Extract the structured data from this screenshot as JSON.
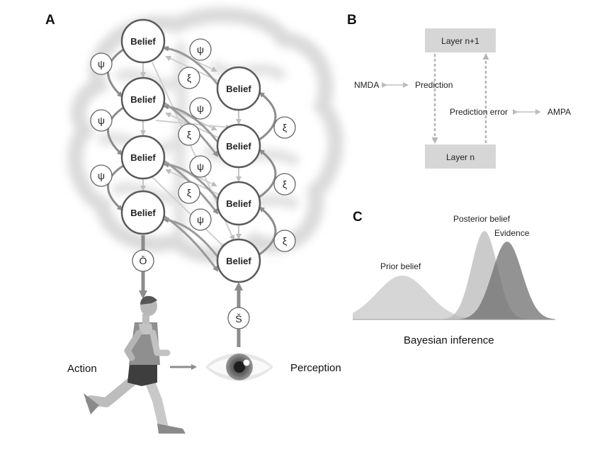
{
  "panels": {
    "a": "A",
    "b": "B",
    "c": "C"
  },
  "panel_a": {
    "belief_label": "Belief",
    "precision_symbol": "ψ",
    "error_symbol": "ξ",
    "action_output_symbol": "Ō",
    "sensory_input_symbol": "Š",
    "action_label": "Action",
    "perception_label": "Perception",
    "icons": [
      "brain-icon",
      "runner-icon",
      "eye-icon"
    ],
    "colors": {
      "node_stroke": "#555555",
      "arrow": "#8c8c8c",
      "brain": "#d9d9d9"
    }
  },
  "panel_b": {
    "layer_top": "Layer n+1",
    "layer_bottom": "Layer n",
    "prediction": "Prediction",
    "prediction_error": "Prediction error",
    "nmda": "NMDA",
    "ampa": "AMPA",
    "colors": {
      "box": "#d6d6d6",
      "dashed": "#bbbbbb"
    }
  },
  "panel_c": {
    "prior": "Prior belief",
    "posterior": "Posterior belief",
    "evidence": "Evidence",
    "caption": "Bayesian inference",
    "colors": {
      "prior": "#d2d2d2",
      "posterior": "#b9b9b9",
      "evidence": "#777777"
    }
  }
}
